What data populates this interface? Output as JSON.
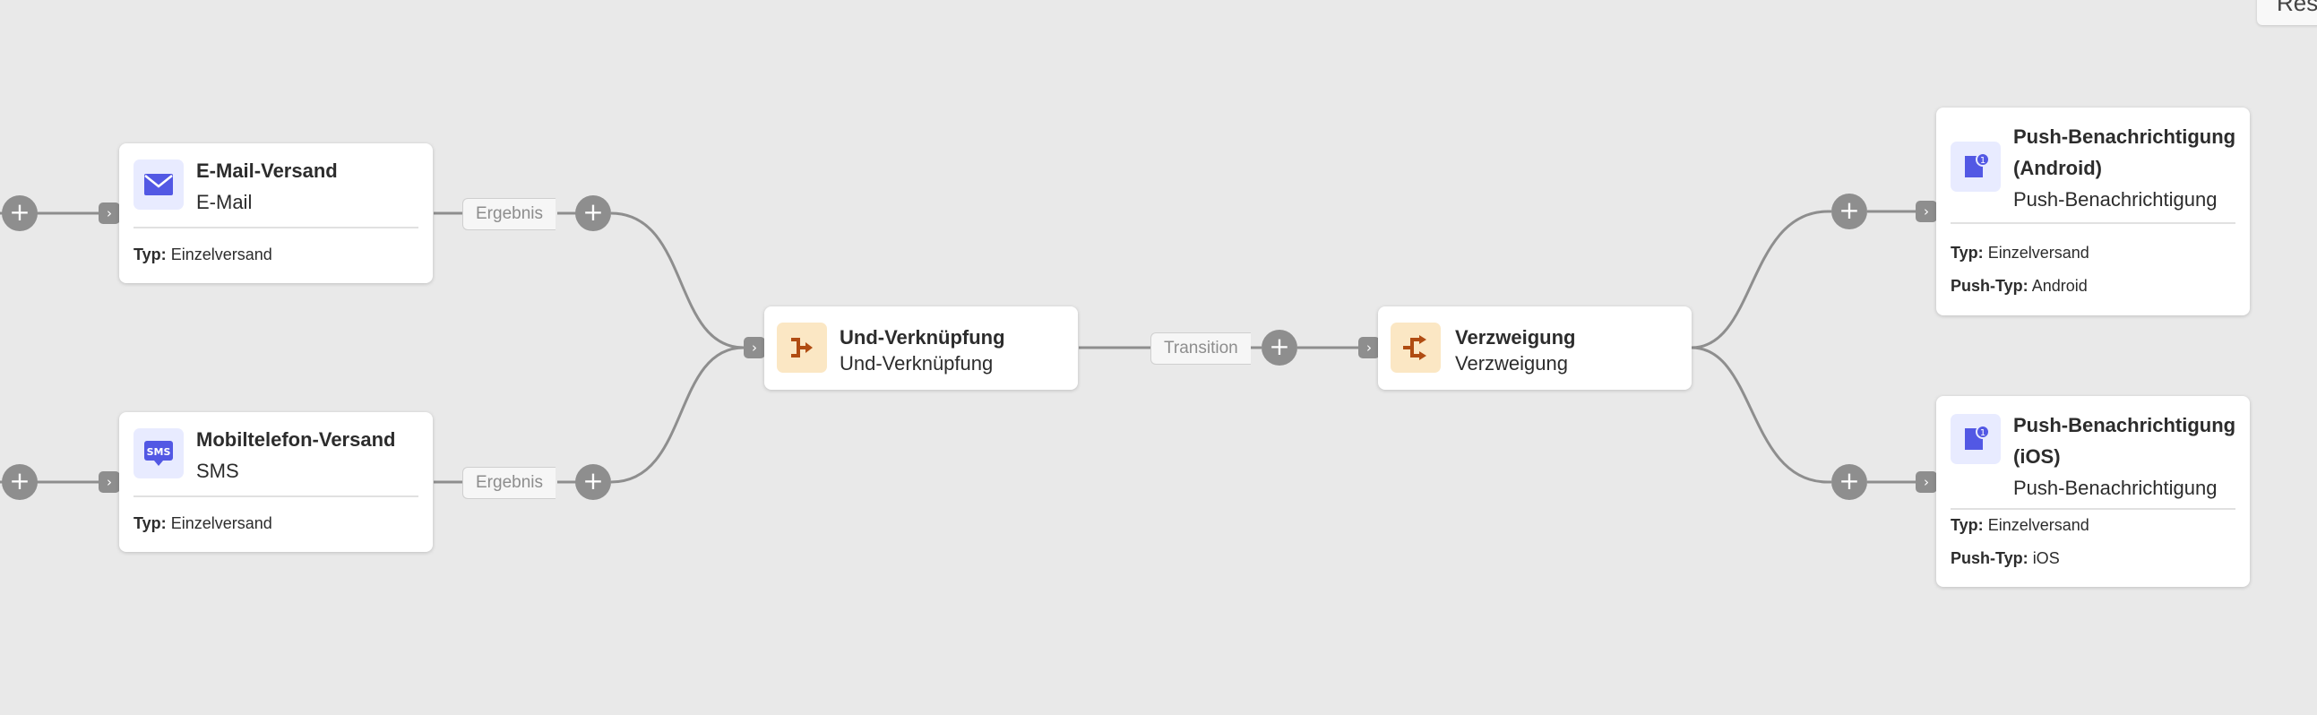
{
  "top_right_button": {
    "label": "Res"
  },
  "nodes": {
    "email": {
      "title": "E-Mail-Versand",
      "subtitle": "E-Mail",
      "icon": "email-envelope-icon",
      "props": [
        {
          "key": "Typ:",
          "value": "Einzelversand"
        }
      ]
    },
    "sms": {
      "title": "Mobiltelefon-Versand",
      "subtitle": "SMS",
      "icon": "sms-icon",
      "icon_text": "SMS",
      "props": [
        {
          "key": "Typ:",
          "value": "Einzelversand"
        }
      ]
    },
    "and_join": {
      "title": "Und-Verknüpfung",
      "subtitle": "Und-Verknüpfung",
      "icon": "and-join-icon"
    },
    "fork": {
      "title": "Verzweigung",
      "subtitle": "Verzweigung",
      "icon": "fork-icon"
    },
    "push_android": {
      "title_line1": "Push-Benachrichtigung",
      "title_line2": "(Android)",
      "subtitle": "Push-Benachrichtigung",
      "icon": "push-notification-icon",
      "badge": "1",
      "props": [
        {
          "key": "Typ:",
          "value": "Einzelversand"
        },
        {
          "key": "Push-Typ:",
          "value": "Android"
        }
      ]
    },
    "push_ios": {
      "title_line1": "Push-Benachrichtigung",
      "title_line2": "(iOS)",
      "subtitle": "Push-Benachrichtigung",
      "icon": "push-notification-icon",
      "badge": "1",
      "props": [
        {
          "key": "Typ:",
          "value": "Einzelversand"
        },
        {
          "key": "Push-Typ:",
          "value": "iOS"
        }
      ]
    }
  },
  "transitions": {
    "email_result": "Ergebnis",
    "sms_result": "Ergebnis",
    "join_transition": "Transition"
  },
  "controls": {
    "plus_symbol": "+",
    "port_symbol": "›"
  },
  "colors": {
    "canvas": "#e9e9e9",
    "connector": "#8e8e8e",
    "blue_accent": "#5258e4",
    "orange_accent": "#b04c12"
  }
}
